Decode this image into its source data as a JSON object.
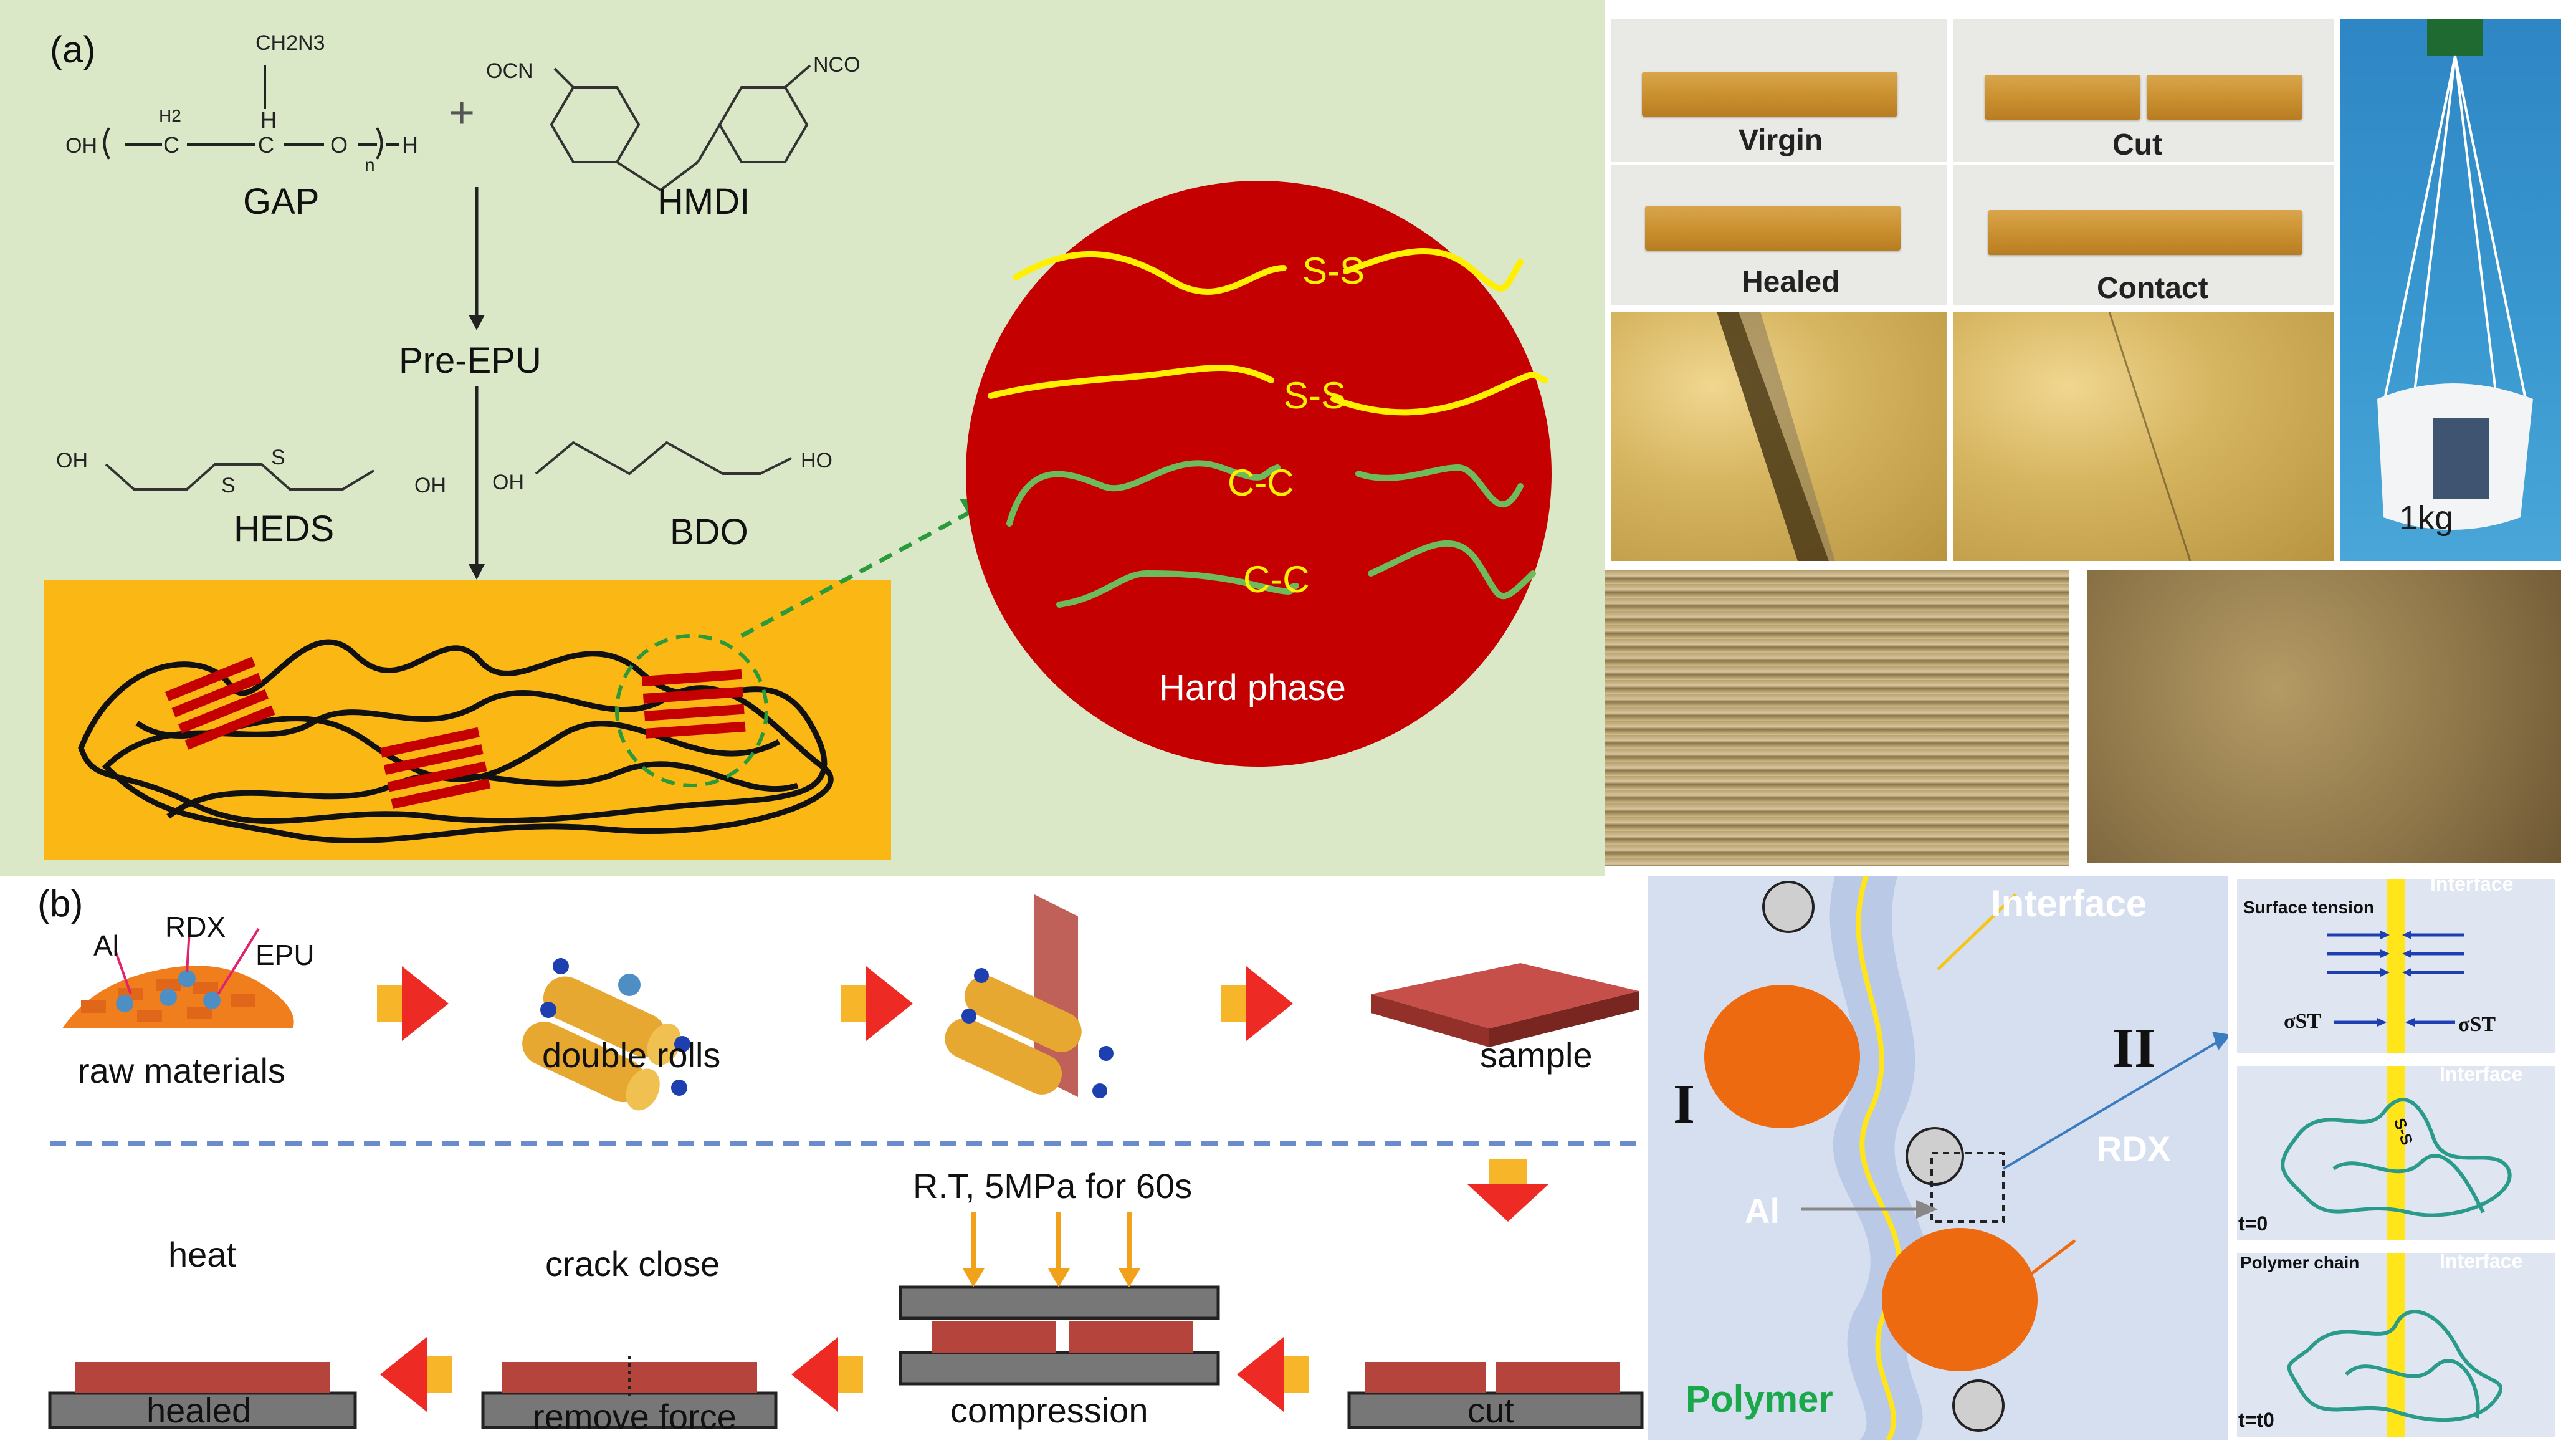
{
  "panel_a": {
    "label": "(a)",
    "gap_label": "GAP",
    "hmdi_label": "HMDI",
    "pre_epu_label": "Pre-EPU",
    "heds_label": "HEDS",
    "bdo_label": "BDO",
    "hard_phase_label": "Hard phase",
    "bond_ss_1": "S-S",
    "bond_ss_2": "S-S",
    "bond_cc_1": "C-C",
    "bond_cc_2": "C-C",
    "chem": {
      "ch2n3": "CH2N3",
      "oh": "OH",
      "h2": "H2",
      "c1": "C",
      "h": "H",
      "c2": "C",
      "o": "O",
      "n": "n",
      "h_end": "H",
      "ocn": "OCN",
      "nco": "NCO",
      "heds_oh1": "OH",
      "heds_s1": "S",
      "heds_s2": "S",
      "heds_oh2": "OH",
      "bdo_oh": "OH",
      "bdo_ho": "HO",
      "plus": "+"
    },
    "photos": {
      "virgin": "Virgin",
      "cut": "Cut",
      "healed": "Healed",
      "contact": "Contact",
      "weight": "1kg"
    }
  },
  "panel_b": {
    "label": "(b)",
    "al": "Al",
    "rdx": "RDX",
    "epu": "EPU",
    "raw_materials": "raw materials",
    "double_rolls": "double rolls",
    "sample": "sample",
    "conditions": "R.T, 5MPa for 60s",
    "heat": "heat",
    "healed": "healed",
    "crack_close": "crack close",
    "remove_force": "remove force",
    "compression": "compression",
    "cut": "cut"
  },
  "mechanism": {
    "interface": "Interface",
    "region_1": "I",
    "region_2": "II",
    "rdx": "RDX",
    "al": "Al",
    "polymer": "Polymer",
    "surface_tension": "Surface tension",
    "interface_small_1": "Interface",
    "sigma_left": "σST",
    "sigma_right": "σST",
    "interface_small_2": "Interface",
    "t0": "t=0",
    "polymer_chain": "Polymer chain",
    "interface_small_3": "Interface",
    "tt0": "t=t0",
    "ss_small": "S-S"
  },
  "colors": {
    "panel_a_bg": "#dbe8c8",
    "orange_box": "#fbb714",
    "hard_phase_red": "#c40000",
    "yellow_chain": "#ffef00",
    "green_chain": "#6dbb5a",
    "arrow_red": "#ee2a24",
    "brown_sample": "#b5453c",
    "interface_blue": "#b9c9e6",
    "rdx_orange": "#ee6a10",
    "polymer_green": "#1aa84a"
  }
}
